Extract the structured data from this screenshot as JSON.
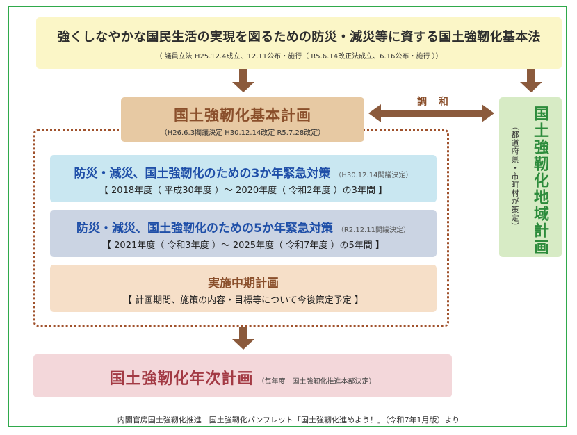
{
  "law": {
    "title": "強くしなやかな国民生活の実現を図るための防災・減災等に資する国土強靭化基本法",
    "subtitle": "（ 議員立法 H25.12.4成立、12.11公布・施行（ R5.6.14改正法成立、6.16公布・施行 ））"
  },
  "basic_plan": {
    "title": "国土強靭化基本計画",
    "subtitle": "（H26.6.3閣議決定 H30.12.14改定 R5.7.28改定）"
  },
  "harmony_label": "調 和",
  "regional_plan": {
    "title": "国土強靭化地域計画",
    "subtitle": "（都道府県・市町村が策定）"
  },
  "measures_3yr": {
    "title": "防災・減災、国土強靭化のための3か年緊急対策",
    "note": "（H30.12.14閣議決定）",
    "period": "【 2018年度（ 平成30年度 ）〜 2020年度（ 令和2年度 ）の3年間 】"
  },
  "measures_5yr": {
    "title": "防災・減災、国土強靭化のための5か年緊急対策",
    "note": "（R2.12.11閣議決定）",
    "period": "【 2021年度（ 令和3年度 ）〜 2025年度（ 令和7年度 ）の5年間 】"
  },
  "mid_term_plan": {
    "title": "実施中期計画",
    "description": "【 計画期間、施策の内容・目標等について今後策定予定 】"
  },
  "annual_plan": {
    "title": "国土強靭化年次計画",
    "note": "（毎年度　国土強靭化推進本部決定）"
  },
  "source": "内閣官房国土強靭化推進　国土強靭化パンフレット「国土強靭化進めよう！」（令和7年1月版）より",
  "colors": {
    "frame": "#2fa94b",
    "arrow": "#8b5a3c",
    "law_bg": "#fbf6c7",
    "plan_bg": "#e7c9a3",
    "regional_bg": "#d7ebc5",
    "m3_bg": "#c9e7f1",
    "m5_bg": "#cbd4e3",
    "mid_bg": "#f6dfc8",
    "annual_bg": "#f3d7da"
  }
}
